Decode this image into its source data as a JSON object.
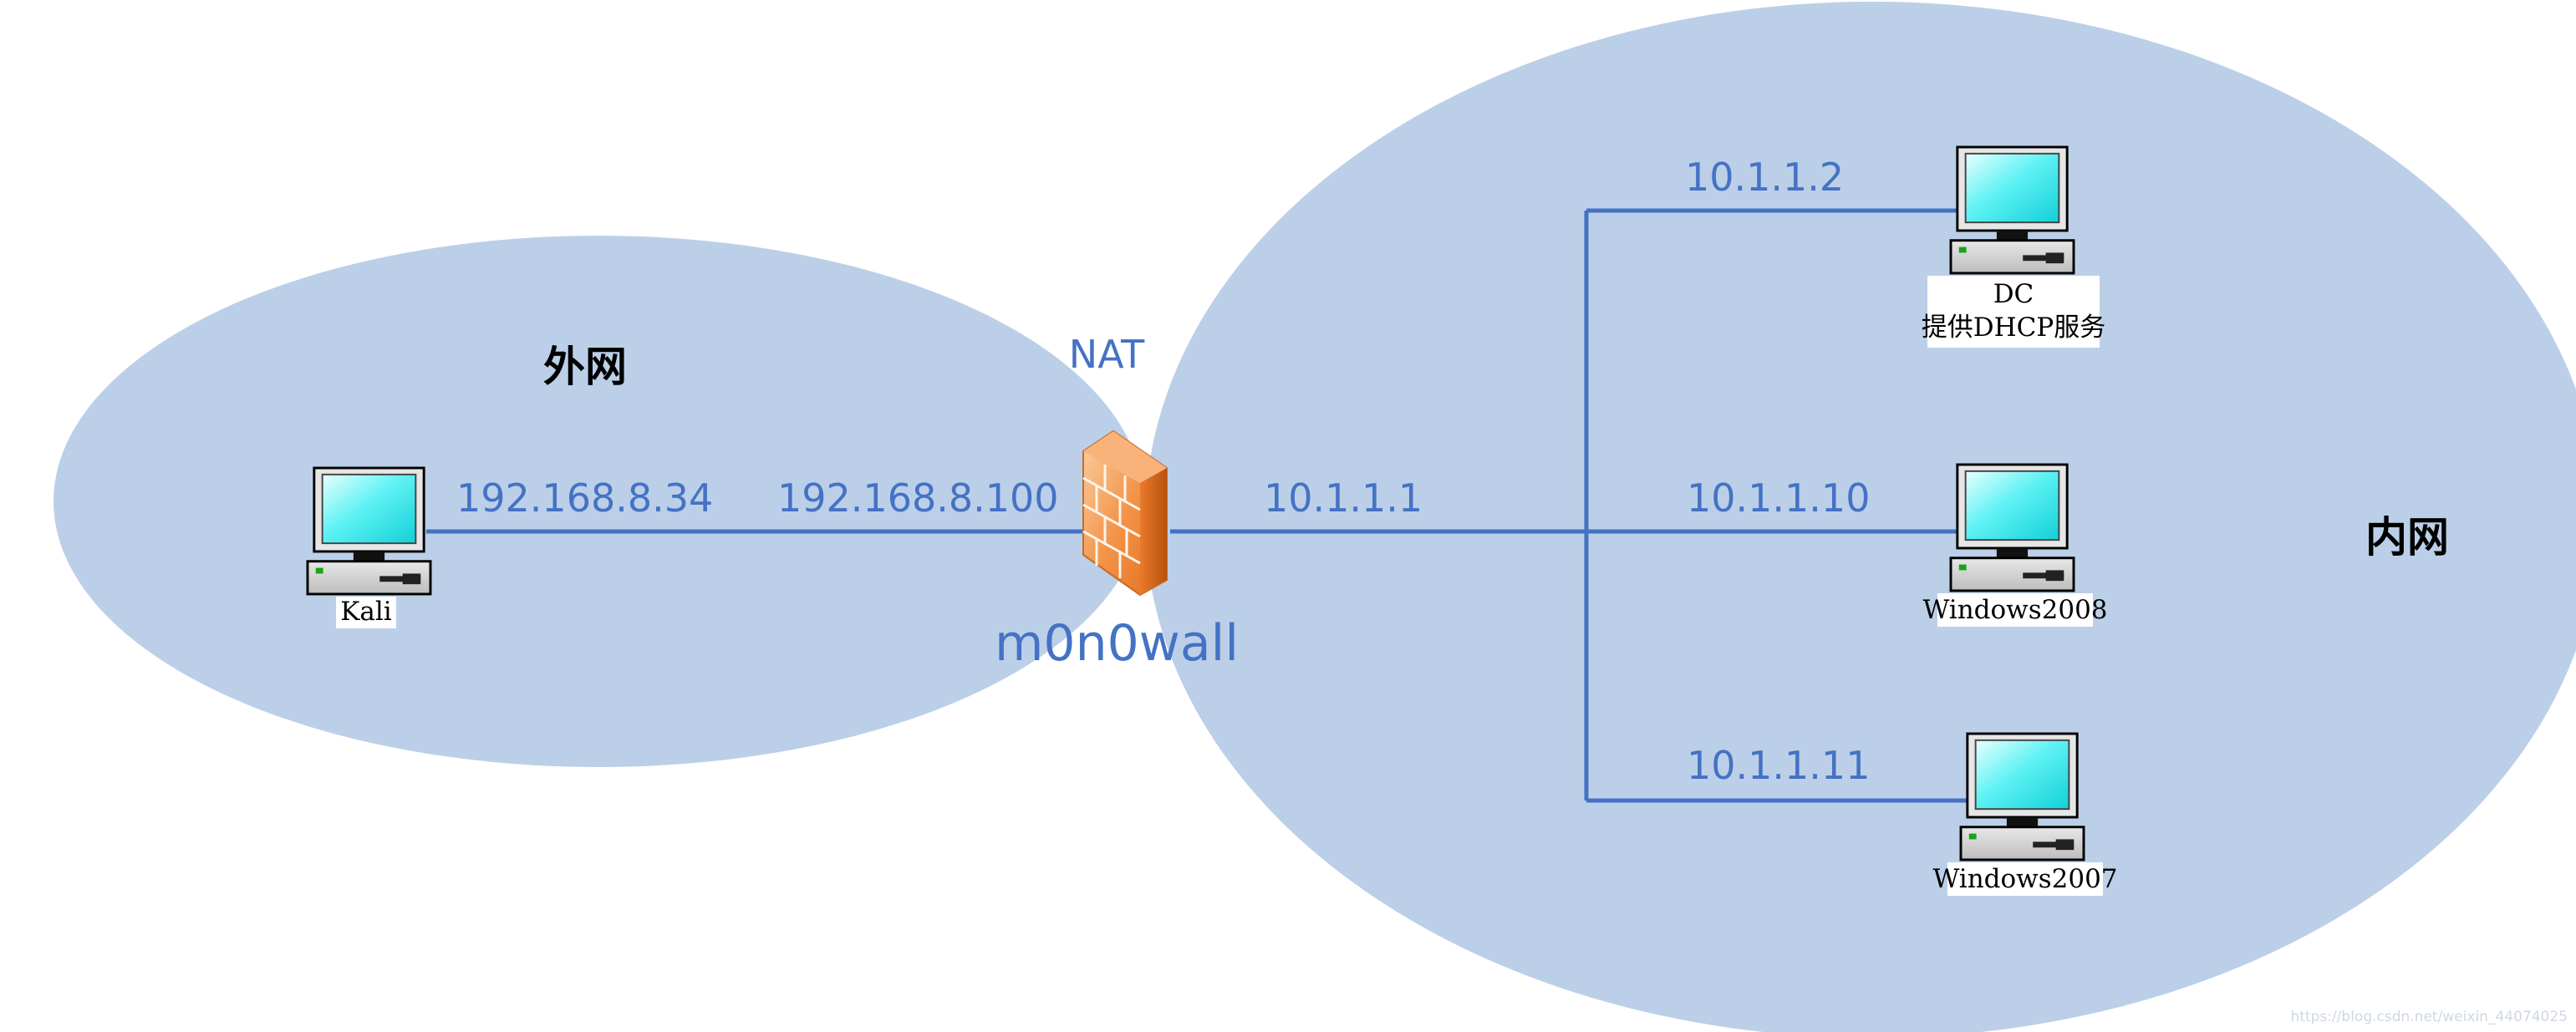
{
  "zones": {
    "outer": "外网",
    "inner": "内网"
  },
  "firewall": {
    "name": "m0n0wall",
    "nat_label": "NAT",
    "wan_ip": "192.168.8.100",
    "lan_ip": "10.1.1.1",
    "icon": "firewall-icon"
  },
  "hosts": [
    {
      "id": "kali",
      "name": "Kali",
      "ip": "192.168.8.34",
      "icon": "computer-icon"
    },
    {
      "id": "dc",
      "name": "DC",
      "role": "提供DHCP服务",
      "ip": "10.1.1.2",
      "icon": "computer-icon"
    },
    {
      "id": "win2008",
      "name": "Windows2008",
      "ip": "10.1.1.10",
      "icon": "computer-icon"
    },
    {
      "id": "win2007",
      "name": "Windows2007",
      "ip": "10.1.1.11",
      "icon": "computer-icon"
    }
  ],
  "watermark": "https://blog.csdn.net/weixin_44074025",
  "colors": {
    "region": "#bccfe8",
    "link": "#4472c4",
    "text_accent": "#4472c4"
  }
}
